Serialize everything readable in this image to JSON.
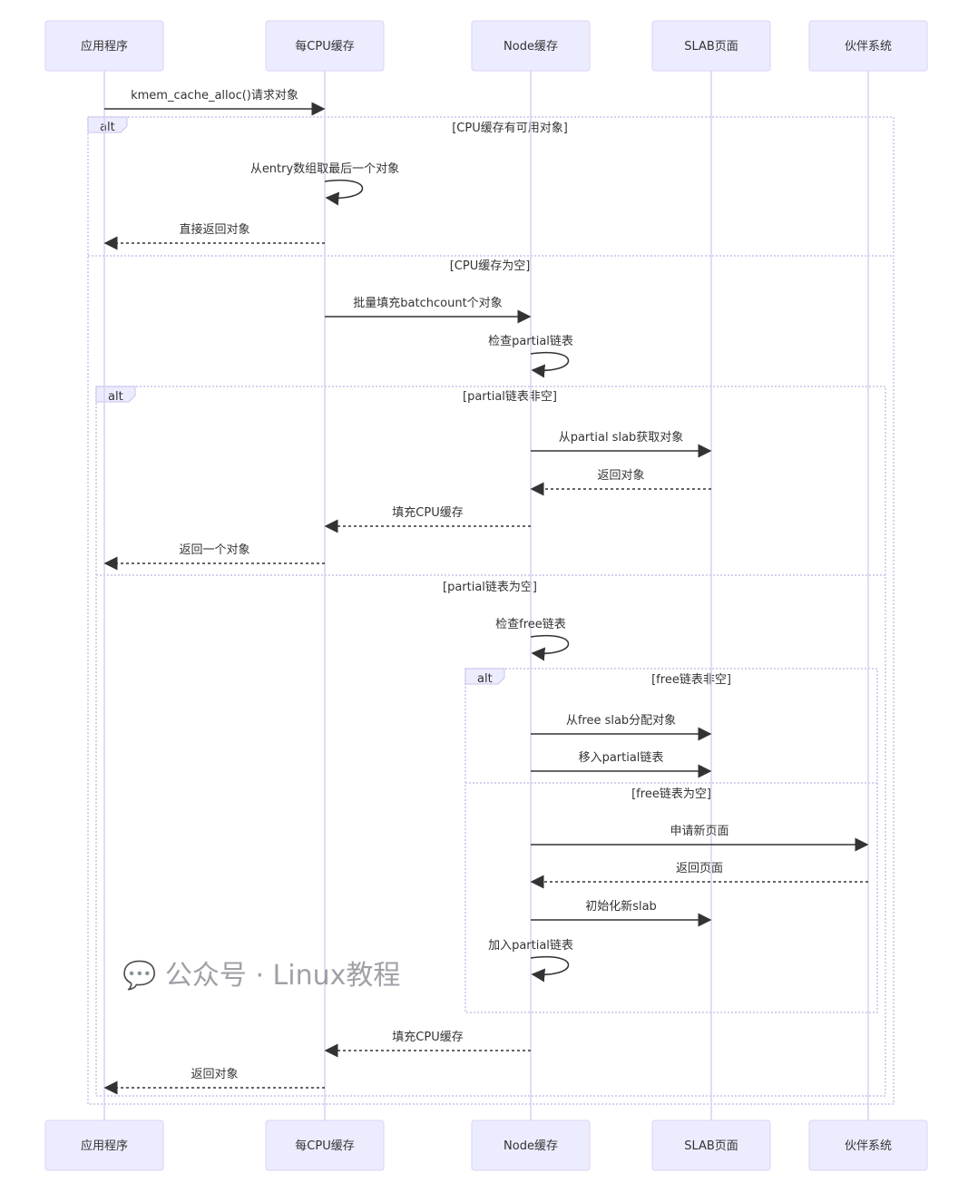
{
  "colors": {
    "actor_fill": "#ECECFF",
    "actor_stroke": "#DCD2F6",
    "lifeline": "#D9D0F4",
    "line": "#333333",
    "frame": "#C8C3E8"
  },
  "participants": [
    "应用程序",
    "每CPU缓存",
    "Node缓存",
    "SLAB页面",
    "伙伴系统"
  ],
  "messages": [
    {
      "from": 0,
      "to": 1,
      "text": "kmem_cache_alloc()请求对象",
      "style": "solid"
    },
    {
      "from": 1,
      "to": 1,
      "text": "从entry数组取最后一个对象",
      "style": "self"
    },
    {
      "from": 1,
      "to": 0,
      "text": "直接返回对象",
      "style": "dashed"
    },
    {
      "from": 1,
      "to": 2,
      "text": "批量填充batchcount个对象",
      "style": "solid"
    },
    {
      "from": 2,
      "to": 2,
      "text": "检查partial链表",
      "style": "self"
    },
    {
      "from": 2,
      "to": 3,
      "text": "从partial slab获取对象",
      "style": "solid"
    },
    {
      "from": 3,
      "to": 2,
      "text": "返回对象",
      "style": "dashed"
    },
    {
      "from": 2,
      "to": 1,
      "text": "填充CPU缓存",
      "style": "dashed"
    },
    {
      "from": 1,
      "to": 0,
      "text": "返回一个对象",
      "style": "dashed"
    },
    {
      "from": 2,
      "to": 2,
      "text": "检查free链表",
      "style": "self"
    },
    {
      "from": 2,
      "to": 3,
      "text": "从free slab分配对象",
      "style": "solid"
    },
    {
      "from": 2,
      "to": 3,
      "text": "移入partial链表",
      "style": "solid"
    },
    {
      "from": 2,
      "to": 4,
      "text": "申请新页面",
      "style": "solid"
    },
    {
      "from": 4,
      "to": 2,
      "text": "返回页面",
      "style": "dashed"
    },
    {
      "from": 2,
      "to": 3,
      "text": "初始化新slab",
      "style": "solid"
    },
    {
      "from": 2,
      "to": 2,
      "text": "加入partial链表",
      "style": "self"
    },
    {
      "from": 2,
      "to": 1,
      "text": "填充CPU缓存",
      "style": "dashed"
    },
    {
      "from": 1,
      "to": 0,
      "text": "返回对象",
      "style": "dashed"
    }
  ],
  "frames": [
    {
      "label": "alt",
      "conditions": [
        "[CPU缓存有可用对象]",
        "[CPU缓存为空]"
      ]
    },
    {
      "label": "alt",
      "conditions": [
        "[partial链表非空]",
        "[partial链表为空]"
      ]
    },
    {
      "label": "alt",
      "conditions": [
        "[free链表非空]",
        "[free链表为空]"
      ]
    }
  ],
  "watermark": "公众号 · Linux教程"
}
